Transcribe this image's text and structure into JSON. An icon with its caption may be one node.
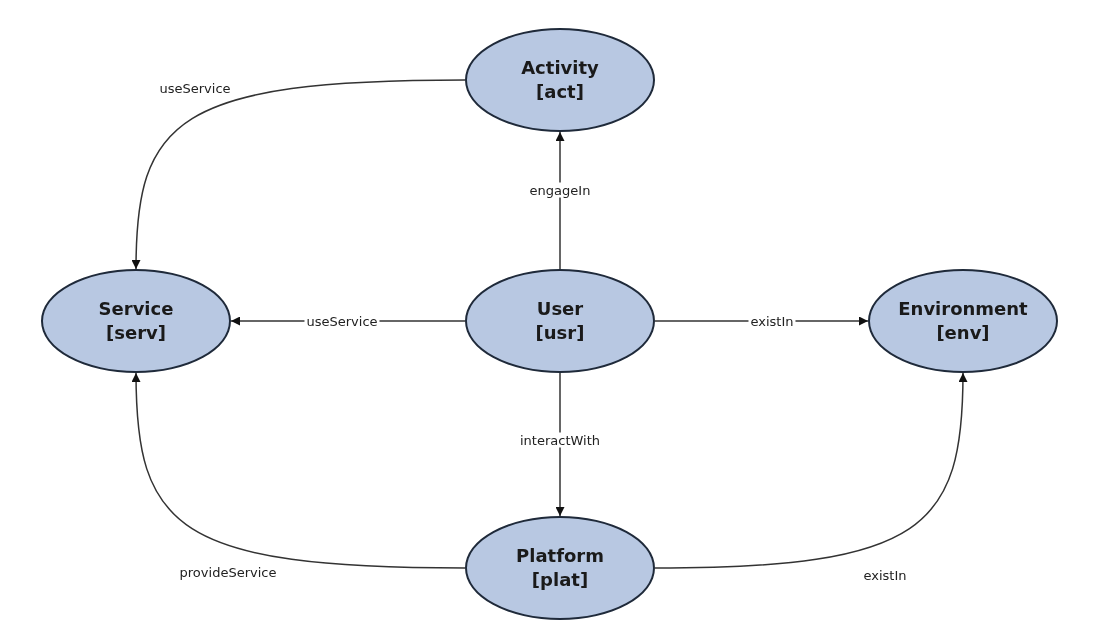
{
  "diagram": {
    "nodes": [
      {
        "text": [
          "Activity",
          "[act]"
        ]
      },
      {
        "text": [
          "Service",
          "[serv]"
        ]
      },
      {
        "text": [
          "User",
          "[usr]"
        ]
      },
      {
        "text": [
          "Environment",
          "[env]"
        ]
      },
      {
        "text": [
          "Platform",
          "[plat]"
        ]
      }
    ],
    "edges": [
      {
        "from": 0,
        "to": 1,
        "arrow": "to",
        "label": "useService"
      },
      {
        "from": 2,
        "to": 0,
        "arrow": "to",
        "label": "engageIn"
      },
      {
        "from": 2,
        "to": 1,
        "arrow": "to",
        "label": "useService"
      },
      {
        "from": 2,
        "to": 3,
        "arrow": "to",
        "label": "existIn"
      },
      {
        "from": 2,
        "to": 4,
        "arrow": "to",
        "label": "interactWith"
      },
      {
        "from": 4,
        "to": 1,
        "arrow": "to",
        "label": "provideService"
      },
      {
        "from": 4,
        "to": 3,
        "arrow": "to",
        "label": "existIn"
      }
    ]
  }
}
